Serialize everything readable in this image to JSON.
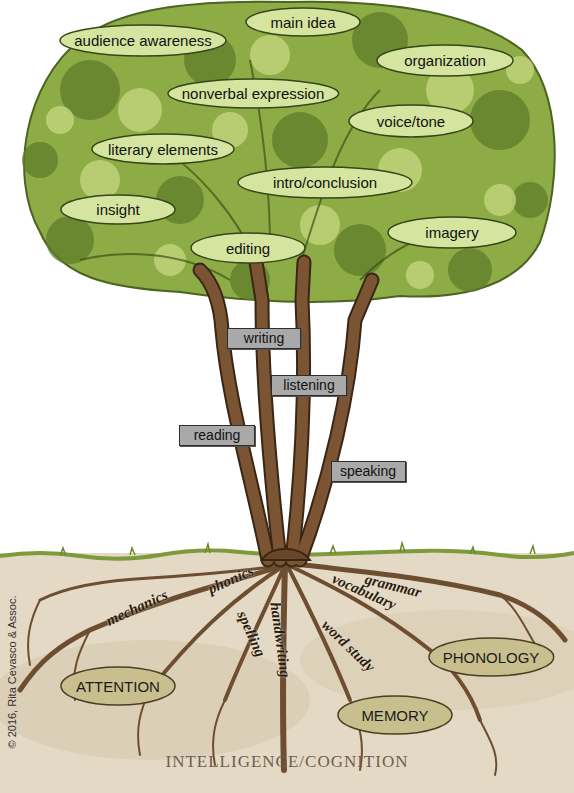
{
  "diagram": {
    "nodes": [
      {
        "text": [
          "main idea"
        ]
      },
      {
        "text": [
          "audience awareness"
        ]
      },
      {
        "text": [
          "organization"
        ]
      },
      {
        "text": [
          "nonverbal expression"
        ]
      },
      {
        "text": [
          "voice/tone"
        ]
      },
      {
        "text": [
          "literary elements"
        ]
      },
      {
        "text": [
          "intro/conclusion"
        ]
      },
      {
        "text": [
          "insight"
        ]
      },
      {
        "text": [
          "imagery"
        ]
      },
      {
        "text": [
          "editing"
        ]
      },
      {
        "text": [
          "writing"
        ]
      },
      {
        "text": [
          "listening"
        ]
      },
      {
        "text": [
          "reading"
        ]
      },
      {
        "text": [
          "speaking"
        ]
      },
      {
        "text": [
          "PHONOLOGY"
        ]
      },
      {
        "text": [
          "ATTENTION"
        ]
      },
      {
        "text": [
          "MEMORY"
        ]
      }
    ],
    "labels": [
      "phonics",
      "grammar",
      "vocabulary",
      "mechanics",
      "spelling",
      "word study",
      "handwriting",
      "INTELLIGENCE/COGNITION",
      "© 2016, Rita Cevasco & Assoc."
    ]
  }
}
